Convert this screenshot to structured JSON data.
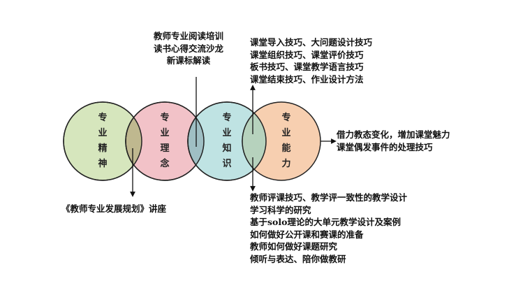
{
  "circles": [
    {
      "label": [
        "专",
        "业",
        "精",
        "神"
      ],
      "color": "#d6e6bd"
    },
    {
      "label": [
        "专",
        "业",
        "理",
        "念"
      ],
      "color": "#f2c2c8"
    },
    {
      "label": [
        "专",
        "业",
        "知",
        "识"
      ],
      "color": "#bfe3e3"
    },
    {
      "label": [
        "专",
        "业",
        "能",
        "力"
      ],
      "color": "#f7cfb0"
    }
  ],
  "overlap_colors": [
    "#bfb88f",
    "#9fbfc4",
    "#b6d2bd"
  ],
  "top_middle": [
    "教师专业阅读培训",
    "读书心得交流沙龙",
    "新课标解读"
  ],
  "top_right": [
    "课堂导入技巧、大问题设计技巧",
    "课堂组织技巧、课堂评价技巧",
    "板书技巧、课堂教学语言技巧",
    "课堂结束技巧、作业设计方法"
  ],
  "right": [
    "借力教态变化，增加课堂魅力",
    "课堂偶发事件的处理技巧"
  ],
  "bottom_left": [
    "《教师专业发展规划》讲座"
  ],
  "bottom_right": [
    "教师评课技巧、教学评一致性的教学设计",
    "学习科学的研究",
    "基于solo理论的大单元教学设计及案例",
    "如何做好公开课和赛课的准备",
    "教师如何做好课题研究",
    "倾听与表达、陪你做教研"
  ]
}
